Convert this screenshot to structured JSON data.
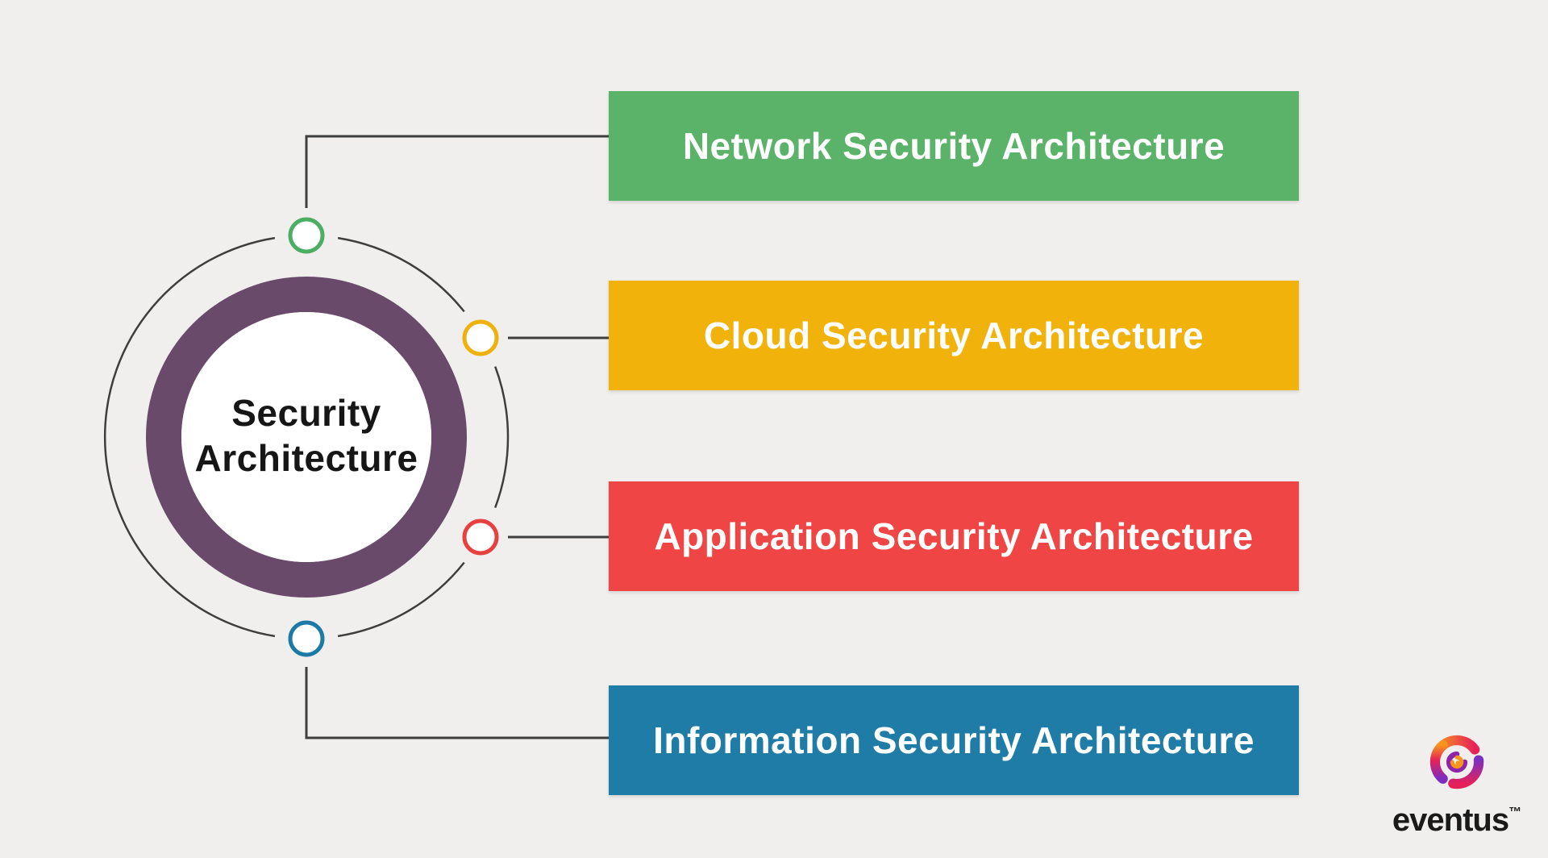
{
  "diagram": {
    "background": "#F0EFED",
    "line_color": "#3E3E3E",
    "center": {
      "title_line1": "Security",
      "title_line2": "Architecture",
      "ring_color": "#6A4A6B",
      "inner_fill": "#FFFFFF",
      "text_color": "#161616"
    },
    "items": [
      {
        "label": "Network Security Architecture",
        "bar_color": "#5BB269",
        "node_color": "#4CAE63",
        "text_color": "#FFFFFF"
      },
      {
        "label": "Cloud Security Architecture",
        "bar_color": "#F1B30B",
        "node_color": "#EFB10E",
        "text_color": "#FFFFFF"
      },
      {
        "label": "Application Security Architecture",
        "bar_color": "#EF4545",
        "node_color": "#E6413E",
        "text_color": "#FFFFFF"
      },
      {
        "label": "Information Security Architecture",
        "bar_color": "#1F7CA6",
        "node_color": "#1B7AA6",
        "text_color": "#FFFFFF"
      }
    ]
  },
  "logo": {
    "wordmark": "eventus",
    "trademark": "™",
    "text_color": "#1A1A1A",
    "orange": "#F7941E",
    "magenta": "#E6215A",
    "purple": "#7B2FBE",
    "core_purple": "#8E24AA"
  }
}
